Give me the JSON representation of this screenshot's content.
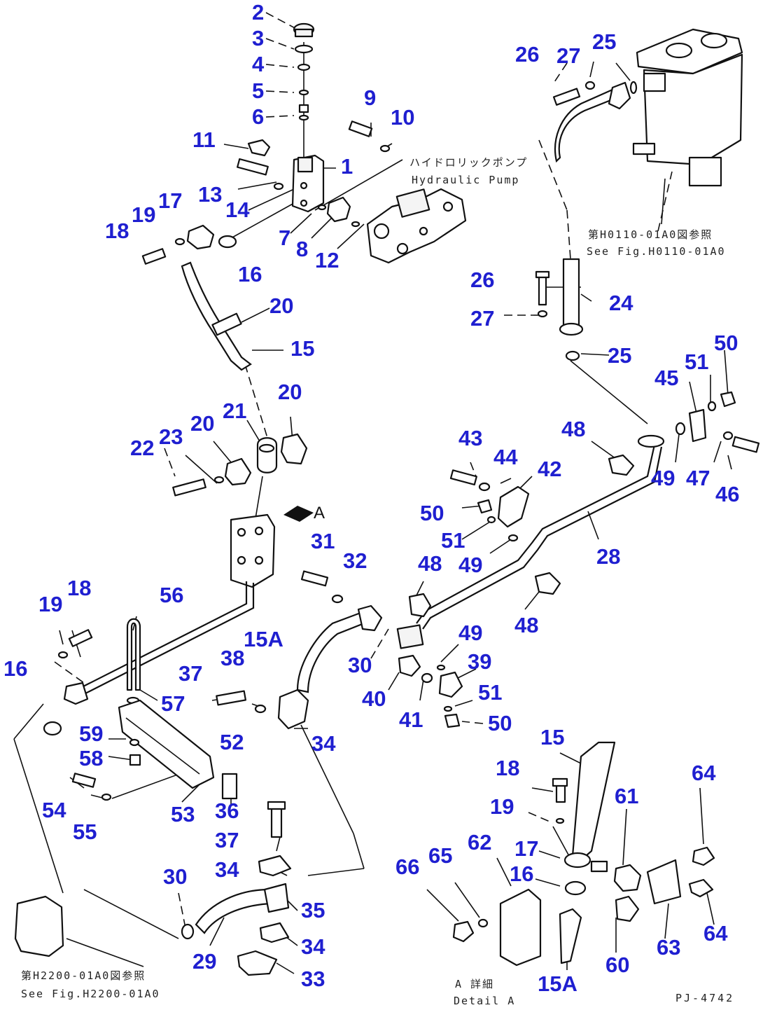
{
  "callouts": [
    {
      "id": "c1",
      "text": "1"
    },
    {
      "id": "c2",
      "text": "2"
    },
    {
      "id": "c3",
      "text": "3"
    },
    {
      "id": "c4",
      "text": "4"
    },
    {
      "id": "c5",
      "text": "5"
    },
    {
      "id": "c6",
      "text": "6"
    },
    {
      "id": "c7",
      "text": "7"
    },
    {
      "id": "c8",
      "text": "8"
    },
    {
      "id": "c9",
      "text": "9"
    },
    {
      "id": "c10",
      "text": "10"
    },
    {
      "id": "c11",
      "text": "11"
    },
    {
      "id": "c12",
      "text": "12"
    },
    {
      "id": "c13",
      "text": "13"
    },
    {
      "id": "c14",
      "text": "14"
    },
    {
      "id": "c15a",
      "text": "15"
    },
    {
      "id": "c15b",
      "text": "15"
    },
    {
      "id": "c15A1",
      "text": "15A"
    },
    {
      "id": "c15A2",
      "text": "15A"
    },
    {
      "id": "c16a",
      "text": "16"
    },
    {
      "id": "c16b",
      "text": "16"
    },
    {
      "id": "c16c",
      "text": "16"
    },
    {
      "id": "c17a",
      "text": "17"
    },
    {
      "id": "c17b",
      "text": "17"
    },
    {
      "id": "c18a",
      "text": "18"
    },
    {
      "id": "c18b",
      "text": "18"
    },
    {
      "id": "c18c",
      "text": "18"
    },
    {
      "id": "c19a",
      "text": "19"
    },
    {
      "id": "c19b",
      "text": "19"
    },
    {
      "id": "c19c",
      "text": "19"
    },
    {
      "id": "c20a",
      "text": "20"
    },
    {
      "id": "c20b",
      "text": "20"
    },
    {
      "id": "c20c",
      "text": "20"
    },
    {
      "id": "c21",
      "text": "21"
    },
    {
      "id": "c22",
      "text": "22"
    },
    {
      "id": "c23",
      "text": "23"
    },
    {
      "id": "c24",
      "text": "24"
    },
    {
      "id": "c25a",
      "text": "25"
    },
    {
      "id": "c25b",
      "text": "25"
    },
    {
      "id": "c26a",
      "text": "26"
    },
    {
      "id": "c26b",
      "text": "26"
    },
    {
      "id": "c27a",
      "text": "27"
    },
    {
      "id": "c27b",
      "text": "27"
    },
    {
      "id": "c28",
      "text": "28"
    },
    {
      "id": "c29",
      "text": "29"
    },
    {
      "id": "c30a",
      "text": "30"
    },
    {
      "id": "c30b",
      "text": "30"
    },
    {
      "id": "c31",
      "text": "31"
    },
    {
      "id": "c32",
      "text": "32"
    },
    {
      "id": "c33",
      "text": "33"
    },
    {
      "id": "c34a",
      "text": "34"
    },
    {
      "id": "c34b",
      "text": "34"
    },
    {
      "id": "c34c",
      "text": "34"
    },
    {
      "id": "c35",
      "text": "35"
    },
    {
      "id": "c36",
      "text": "36"
    },
    {
      "id": "c37a",
      "text": "37"
    },
    {
      "id": "c37b",
      "text": "37"
    },
    {
      "id": "c38",
      "text": "38"
    },
    {
      "id": "c39",
      "text": "39"
    },
    {
      "id": "c40",
      "text": "40"
    },
    {
      "id": "c41",
      "text": "41"
    },
    {
      "id": "c42",
      "text": "42"
    },
    {
      "id": "c43",
      "text": "43"
    },
    {
      "id": "c44",
      "text": "44"
    },
    {
      "id": "c45",
      "text": "45"
    },
    {
      "id": "c46",
      "text": "46"
    },
    {
      "id": "c47",
      "text": "47"
    },
    {
      "id": "c48a",
      "text": "48"
    },
    {
      "id": "c48b",
      "text": "48"
    },
    {
      "id": "c48c",
      "text": "48"
    },
    {
      "id": "c49a",
      "text": "49"
    },
    {
      "id": "c49b",
      "text": "49"
    },
    {
      "id": "c49c",
      "text": "49"
    },
    {
      "id": "c50a",
      "text": "50"
    },
    {
      "id": "c50b",
      "text": "50"
    },
    {
      "id": "c50c",
      "text": "50"
    },
    {
      "id": "c51a",
      "text": "51"
    },
    {
      "id": "c51b",
      "text": "51"
    },
    {
      "id": "c51c",
      "text": "51"
    },
    {
      "id": "c52",
      "text": "52"
    },
    {
      "id": "c53",
      "text": "53"
    },
    {
      "id": "c54",
      "text": "54"
    },
    {
      "id": "c55",
      "text": "55"
    },
    {
      "id": "c56",
      "text": "56"
    },
    {
      "id": "c57",
      "text": "57"
    },
    {
      "id": "c58",
      "text": "58"
    },
    {
      "id": "c59",
      "text": "59"
    },
    {
      "id": "c60",
      "text": "60"
    },
    {
      "id": "c61",
      "text": "61"
    },
    {
      "id": "c62",
      "text": "62"
    },
    {
      "id": "c63",
      "text": "63"
    },
    {
      "id": "c64a",
      "text": "64"
    },
    {
      "id": "c64b",
      "text": "64"
    },
    {
      "id": "c65",
      "text": "65"
    },
    {
      "id": "c66",
      "text": "66"
    },
    {
      "id": "cA",
      "text": "A"
    }
  ],
  "notes": {
    "pump_jp": "ハイドロリックポンプ",
    "pump_en": "Hydraulic Pump",
    "ref1_jp": "第H0110-01A0図参照",
    "ref1_en": "See Fig.H0110-01A0",
    "ref2_jp": "第H2200-01A0図参照",
    "ref2_en": "See Fig.H2200-01A0",
    "detail_jp": "A 詳細",
    "detail_en": "Detail A",
    "drawing_code": "PJ-4742"
  }
}
